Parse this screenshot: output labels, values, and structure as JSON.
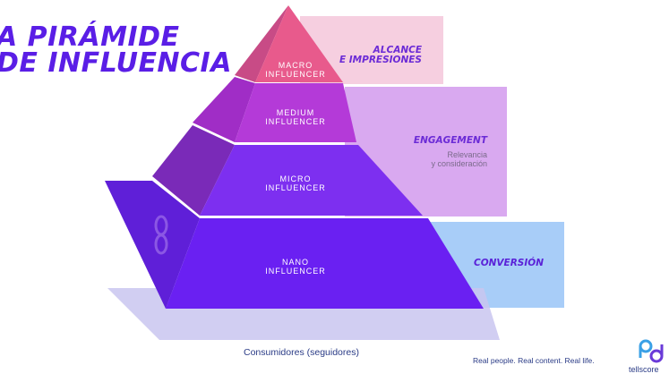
{
  "title": {
    "line1": "A PIRÁMIDE",
    "line2": "DE INFLUENCIA"
  },
  "tiers": {
    "macro": [
      "MACRO",
      "INFLUENCER"
    ],
    "medium": [
      "MEDIUM",
      "INFLUENCER"
    ],
    "micro": [
      "MICRO",
      "INFLUENCER"
    ],
    "nano": [
      "NANO",
      "INFLUENCER"
    ]
  },
  "panels": {
    "alcance": {
      "line1": "ALCANCE",
      "line2": "E IMPRESIONES"
    },
    "engagement": {
      "heading": "ENGAGEMENT",
      "sub1": "Relevancia",
      "sub2": "y consideración"
    },
    "conversion": {
      "heading": "CONVERSIÓN"
    }
  },
  "base_label": "Consumidores (seguidores)",
  "tagline": "Real people. Real content. Real life.",
  "brand": {
    "name": "tellscore",
    "icon": "tellscore-logo-icon"
  },
  "colors": {
    "title": "#5a1ee6",
    "panel_alcance": "#f6cfe0",
    "panel_engagement": "#d9a9f0",
    "panel_conversion": "#a8cdf8",
    "macro": "#e85a8c",
    "medium": "#b43ad8",
    "micro": "#7d2ff0",
    "nano": "#6a20f2"
  }
}
